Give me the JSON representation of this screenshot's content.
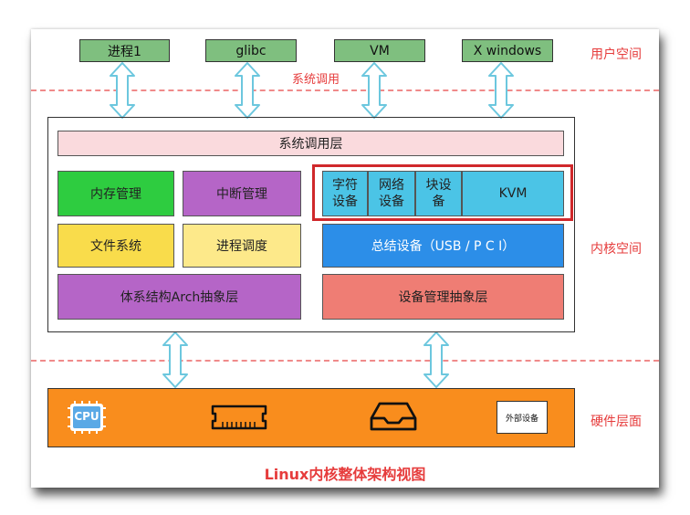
{
  "zones": {
    "user": "用户空间",
    "syscall": "系统调用",
    "kernel": "内核空间",
    "hardware": "硬件层面"
  },
  "user_apps": [
    "进程1",
    "glibc",
    "VM",
    "X windows"
  ],
  "kernel": {
    "syscall_layer": "系统调用层",
    "memory": "内存管理",
    "interrupt": "中断管理",
    "file_system": "文件系统",
    "scheduler": "进程调度",
    "arch_layer": "体系结构Arch抽象层",
    "device_group": {
      "char_device": [
        "字符",
        "设备"
      ],
      "net_device": [
        "网络",
        "设备"
      ],
      "block_device": [
        "块设",
        "备"
      ],
      "kvm": "KVM"
    },
    "bus_device": "总结设备（USB / P C I）",
    "device_mgmt": "设备管理抽象层"
  },
  "hardware": {
    "cpu_label": "CPU",
    "external_device": "外部设备"
  },
  "caption": "Linux内核整体架构视图",
  "colors": {
    "green_app": "#7fbf7f",
    "syscall_bar": "#fadadd",
    "memory": "#2ecc40",
    "interrupt": "#b565c7",
    "file_system": "#f9dc4b",
    "scheduler": "#fde98a",
    "arch": "#b565c7",
    "devices": "#4bc4e6",
    "bus": "#2c8ee8",
    "mgmt": "#ef7d74",
    "hardware": "#f98d1d",
    "highlight": "#d0282b",
    "label_red": "#e63c3c"
  }
}
